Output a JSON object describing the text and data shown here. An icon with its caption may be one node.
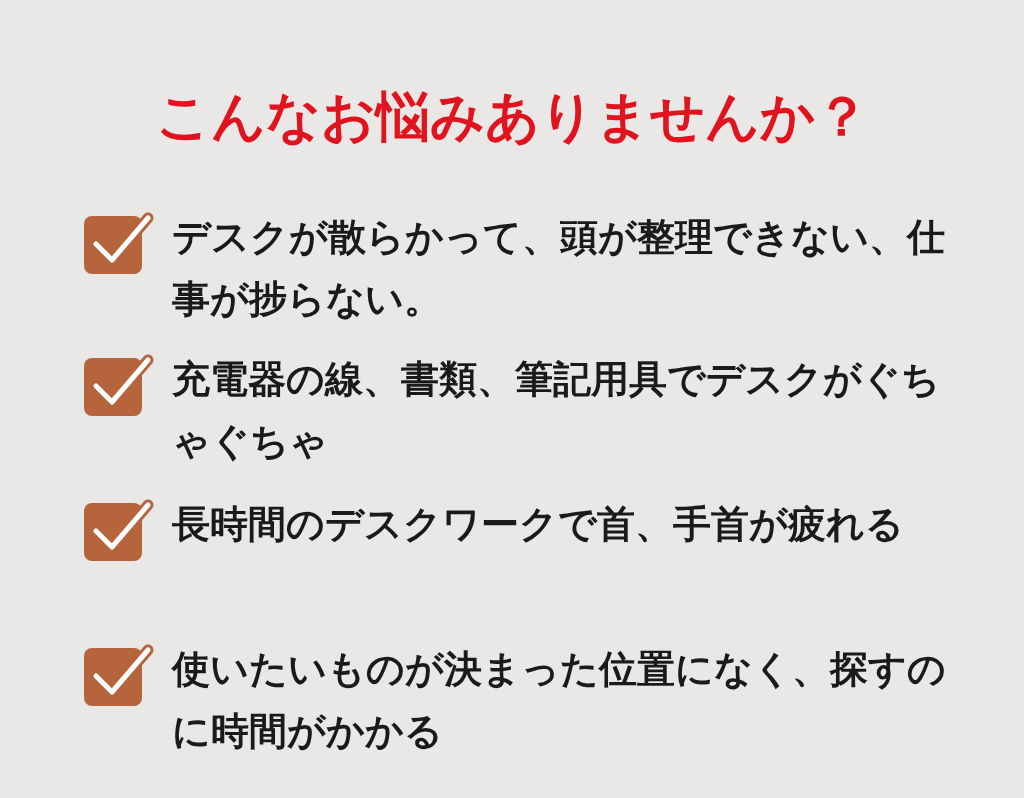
{
  "diagram": {
    "title": "こんなお悩みありませんか？",
    "labels": [
      "デスクが散らかって、頭が整理できない、仕事が捗らない。",
      "充電器の線、書類、筆記用具でデスクがぐちゃぐちゃ",
      "長時間のデスクワークで首、手首が疲れる",
      "使いたいものが決まった位置になく、探すのに時間がかかる"
    ]
  }
}
